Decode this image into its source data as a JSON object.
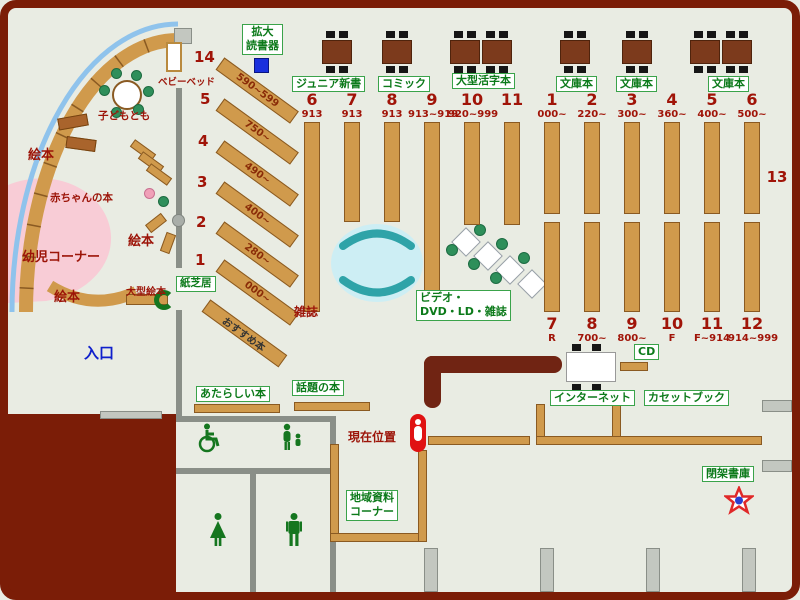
{
  "labels": {
    "entrance": "入口",
    "magnifier_l1": "拡大",
    "magnifier_l2": "読書器",
    "junior_shinsho": "ジュニア新書",
    "comic": "コミック",
    "large_print": "大型活字本",
    "bunko": "文庫本",
    "magazines": "雑誌",
    "av_l1": "ビデオ・",
    "av_l2": "DVD・LD・雑誌",
    "cd": "CD",
    "internet": "インターネット",
    "cassette_book": "カセットブック",
    "closed_stacks": "閉架書庫",
    "local_l1": "地域資料",
    "local_l2": "コーナー",
    "current_location": "現在位置",
    "new_books": "あたらしい本",
    "topic_books": "話題の本",
    "thirteen": "13"
  },
  "kids": {
    "ehon": "絵本",
    "toddler_corner": "幼児コーナー",
    "baby_books": "赤ちゃんの本",
    "kodomo_tomo": "子どもとも",
    "baby_bed": "ベビーベッド",
    "large_ehon": "大型絵本",
    "kamishibai": "紙芝居",
    "recommended": "おすすめ本",
    "diagonal_shelves": [
      {
        "num": "14",
        "range": "590~599"
      },
      {
        "num": "5",
        "range": "750~"
      },
      {
        "num": "4",
        "range": "490~"
      },
      {
        "num": "3",
        "range": "400~"
      },
      {
        "num": "2",
        "range": "280~"
      },
      {
        "num": "1",
        "range": "000~"
      }
    ]
  },
  "stacks": {
    "left_top": [
      {
        "num": "6",
        "range": "913"
      },
      {
        "num": "7",
        "range": "913"
      },
      {
        "num": "8",
        "range": "913"
      },
      {
        "num": "9",
        "range": "913~919"
      },
      {
        "num": "10",
        "range": "920~999"
      },
      {
        "num": "11",
        "range": ""
      }
    ],
    "right_top": [
      {
        "num": "1",
        "range": "000~"
      },
      {
        "num": "2",
        "range": "220~"
      },
      {
        "num": "3",
        "range": "300~"
      },
      {
        "num": "4",
        "range": "360~"
      },
      {
        "num": "5",
        "range": "400~"
      },
      {
        "num": "6",
        "range": "500~"
      }
    ],
    "right_bottom": [
      {
        "num": "7",
        "range": "R"
      },
      {
        "num": "8",
        "range": "700~"
      },
      {
        "num": "9",
        "range": "800~"
      },
      {
        "num": "10",
        "range": "F"
      },
      {
        "num": "11",
        "range": "F~914"
      },
      {
        "num": "12",
        "range": "914~999"
      }
    ]
  },
  "colors": {
    "accent_red": "#9c1408",
    "wood": "#d09a4c",
    "frame": "#7b1d07",
    "green": "#0c7a1a",
    "entrance_blue": "#1020cc"
  }
}
